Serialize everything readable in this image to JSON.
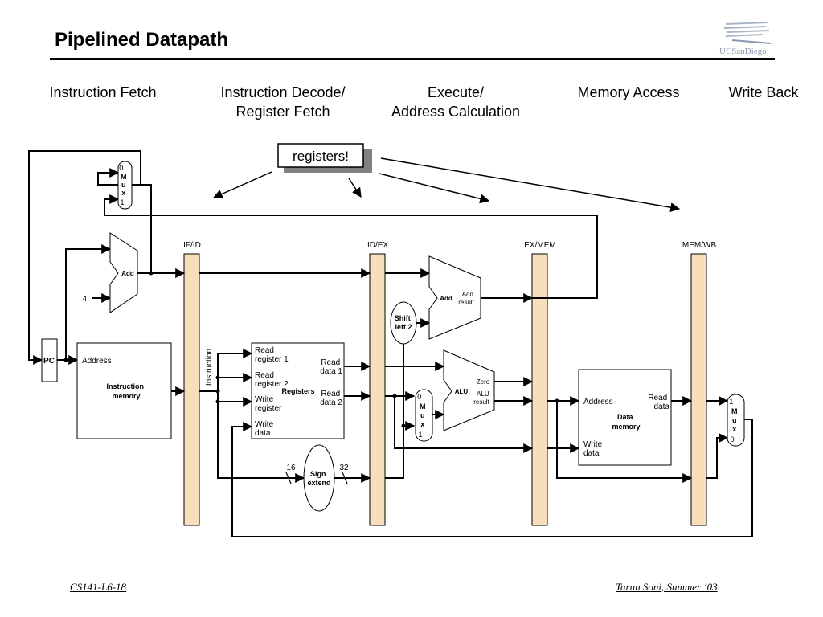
{
  "title": "Pipelined Datapath",
  "logo_text": "UCSanDiego",
  "stages": [
    {
      "line1": "Instruction Fetch",
      "line2": ""
    },
    {
      "line1": "Instruction Decode/",
      "line2": "Register Fetch"
    },
    {
      "line1": "Execute/",
      "line2": "Address Calculation"
    },
    {
      "line1": "Memory Access",
      "line2": ""
    },
    {
      "line1": "Write Back",
      "line2": ""
    }
  ],
  "callout": "registers!",
  "pipeline_registers": [
    "IF/ID",
    "ID/EX",
    "EX/MEM",
    "MEM/WB"
  ],
  "labels": {
    "pc": "PC",
    "four": "4",
    "add": "Add",
    "address": "Address",
    "instruction_memory": [
      "Instruction",
      "memory"
    ],
    "instruction": "Instruction",
    "read_register_1": [
      "Read",
      "register 1"
    ],
    "read_register_2": [
      "Read",
      "register 2"
    ],
    "write_register": [
      "Write",
      "register"
    ],
    "write_data": [
      "Write",
      "data"
    ],
    "registers": "Registers",
    "read_data_1": [
      "Read",
      "data 1"
    ],
    "read_data_2": [
      "Read",
      "data 2"
    ],
    "sixteen": "16",
    "thirty_two": "32",
    "sign_extend": [
      "Sign",
      "extend"
    ],
    "shift_left_2": [
      "Shift",
      "left 2"
    ],
    "add_result": [
      "Add",
      "result"
    ],
    "alu": "ALU",
    "zero": "Zero",
    "alu_result": [
      "ALU",
      "result"
    ],
    "data_memory": [
      "Data",
      "memory"
    ],
    "read_data": [
      "Read",
      "data"
    ],
    "mux_top": [
      "0",
      "M",
      "u",
      "x",
      "1"
    ],
    "mux_ex": [
      "0",
      "M",
      "u",
      "x",
      "1"
    ],
    "mux_wb": [
      "1",
      "M",
      "u",
      "x",
      "0"
    ]
  },
  "footer": {
    "left": "CS141-L6-18",
    "right": "Tarun Soni, Summer ‘03"
  },
  "colors": {
    "pipeline_register_fill": "#f8dfbc",
    "callout_shadow": "#808080"
  }
}
